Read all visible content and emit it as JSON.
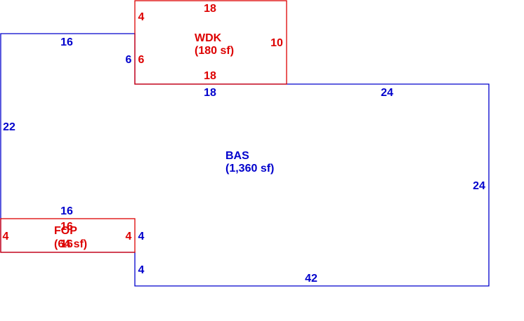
{
  "colors": {
    "bas": "#0000cc",
    "wdk": "#dd0000",
    "fop": "#dd0000"
  },
  "areas": {
    "bas": {
      "code": "BAS",
      "area": "(1,360 sf)"
    },
    "wdk": {
      "code": "WDK",
      "area": "(180 sf)"
    },
    "fop": {
      "code": "FOP",
      "area": "(64 sf)"
    }
  },
  "dimensions": {
    "bas": {
      "top_left_segment": "16",
      "left_notch": "6",
      "top_mid_segment": "18",
      "top_right_segment": "24",
      "left_side": "22",
      "right_side": "24",
      "porch_top": "16",
      "porch_right": "4",
      "lower_notch": "4",
      "bottom": "42"
    },
    "wdk": {
      "top": "18",
      "left_upper": "4",
      "left_lower": "6",
      "right": "10",
      "bottom": "18"
    },
    "fop": {
      "top": "16",
      "bottom": "16",
      "left": "4",
      "right": "4"
    }
  }
}
